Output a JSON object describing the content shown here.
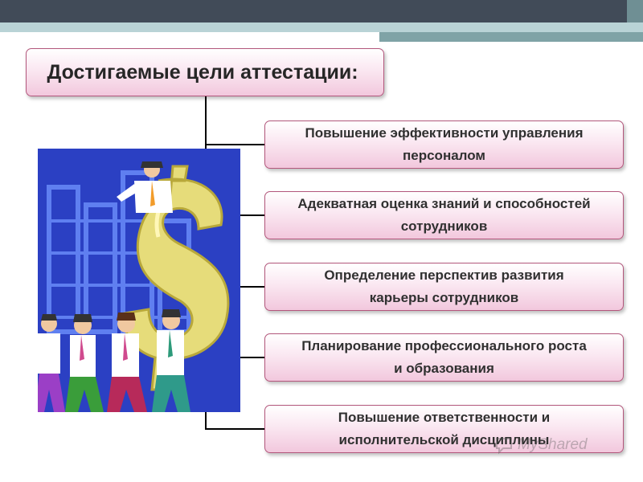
{
  "slide": {
    "title": "Достигаемые цели аттестации:",
    "goals": [
      {
        "line1": "Повышение эффективности управления",
        "line2": "персоналом"
      },
      {
        "line1": "Адекватная оценка знаний и способностей",
        "line2": "сотрудников"
      },
      {
        "line1": "Определение перспектив развития",
        "line2": "карьеры сотрудников"
      },
      {
        "line1": "Планирование профессионального роста",
        "line2": "и образования"
      },
      {
        "line1": "Повышение ответственности и",
        "line2": "исполнительской дисциплины"
      }
    ]
  },
  "watermark": {
    "text": "MyShared"
  },
  "colors": {
    "box_border": "#b3577c",
    "box_fill_bottom": "#f2c8dd",
    "header_dark": "#414b58",
    "header_light": "#b9d3d6",
    "art_background": "#2435b8",
    "dollar_gold": "#e6dc7a"
  },
  "icons": [
    "clipart-business-people-dollar",
    "myshared-logo-icon"
  ]
}
